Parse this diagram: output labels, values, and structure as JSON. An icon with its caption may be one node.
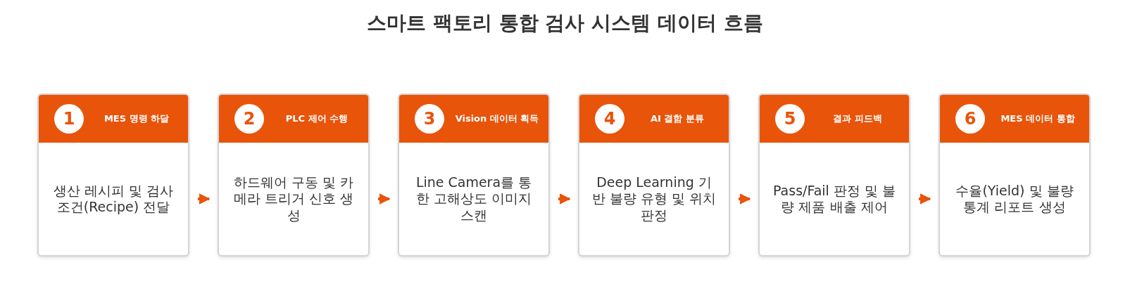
{
  "diagram": {
    "title": "스마트 팩토리 통합 검사 시스템 데이터 흐름",
    "nodes": [
      {
        "text": [
          "1",
          "MES 명령 하달",
          "생산 레시피 및 검사 조건(Recipe) 전달"
        ]
      },
      {
        "text": [
          "2",
          "PLC 제어 수행",
          "하드웨어 구동 및 카메라 트리거 신호 생성"
        ]
      },
      {
        "text": [
          "3",
          "Vision 데이터 획득",
          "Line Camera를 통한 고해상도 이미지 스캔"
        ]
      },
      {
        "text": [
          "4",
          "AI 결함 분류",
          "Deep Learning 기반 불량 유형 및 위치 판정"
        ]
      },
      {
        "text": [
          "5",
          "결과 피드백",
          "Pass/Fail 판정 및 불량 제품 배출 제어"
        ]
      },
      {
        "text": [
          "6",
          "MES 데이터 통합",
          "수율(Yield) 및 불량 통계 리포트 생성"
        ]
      }
    ],
    "edges": [
      {
        "from": 0,
        "to": 1,
        "arrow": "to"
      },
      {
        "from": 1,
        "to": 2,
        "arrow": "to"
      },
      {
        "from": 2,
        "to": 3,
        "arrow": "to"
      },
      {
        "from": 3,
        "to": 4,
        "arrow": "to"
      },
      {
        "from": 4,
        "to": 5,
        "arrow": "to"
      }
    ]
  }
}
